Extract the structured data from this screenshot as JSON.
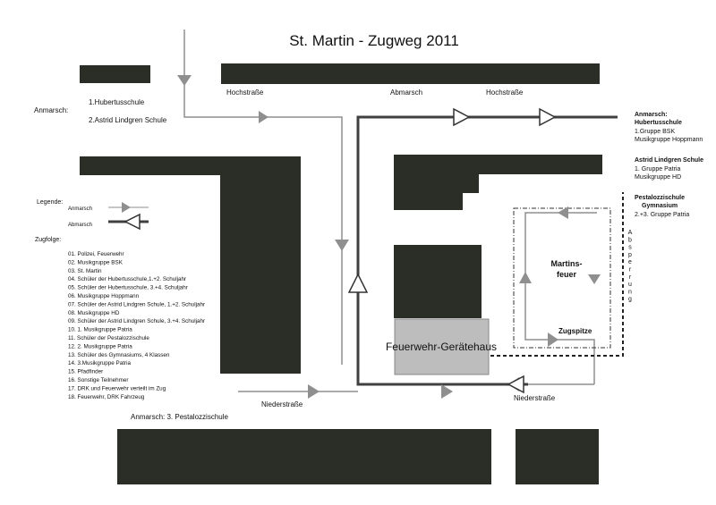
{
  "title": "St. Martin - Zugweg 2011",
  "streets": {
    "hochstrasse_left": "Hochstraße",
    "abmarsch": "Abmarsch",
    "hochstrasse_right": "Hochstraße",
    "niederstrasse_left": "Niederstraße",
    "niederstrasse_right": "Niederstraße"
  },
  "anmarsch": {
    "label": "Anmarsch:",
    "school1": "1.Hubertusschule",
    "school2": "2.Astrid Lindgren Schule",
    "bottom": "Anmarsch: 3. Pestalozzischule"
  },
  "right_notes": [
    {
      "title1": "Anmarsch:",
      "title2": "Hubertusschule",
      "line1": "1.Gruppe BSK",
      "line2": "Musikgruppe Hoppmann"
    },
    {
      "title1": "Astrid Lindgren Schule",
      "title2": "",
      "line1": "1. Gruppe Patria",
      "line2": "Musikgruppe HD"
    },
    {
      "title1": "Pestalozzischule",
      "title2": "Gymnasium",
      "line1": "2.+3. Gruppe Patria",
      "line2": ""
    }
  ],
  "legend": {
    "title": "Legende:",
    "anmarsch": "Anmarsch",
    "abmarsch": "Abmarsch"
  },
  "zugfolge": {
    "title": "Zugfolge:",
    "items": [
      "01. Polizei, Feuerwehr",
      "02. Musikgruppe BSK",
      "03. St. Martin",
      "04. Schüler der Hubertusschule,1.+2. Schuljahr",
      "05. Schüler der Hubertusschule, 3.+4. Schuljahr",
      "06. Musikgruppe Hoppmann",
      "07. Schüler der Astrid Lindgren Schule, 1.+2. Schuljahr",
      "08. Musikgruppe HD",
      "09. Schüler der Astrid Lindgren Schule, 3.+4. Schuljahr",
      "10. 1. Musikgruppe Patria",
      "11. Schüler der Pestalozzischule",
      "12. 2. Musikgruppe Patria",
      "13. Schüler des Gymnasiums, 4 Klassen",
      "14. 3.Musikgruppe Patria",
      "15. Pfadfinder",
      "16. Sonstige Teilnehmer",
      "17. DRK und Feuerwehr verteilt im Zug",
      "18. Feuerwehr, DRK Fahrzeug"
    ]
  },
  "places": {
    "geraetehaus": "Feuerwehr-Gerätehaus",
    "martinsfeuer_1": "Martins-",
    "martinsfeuer_2": "feuer",
    "zugspitze": "Zugspitze"
  },
  "absperrung": "Absperrung"
}
